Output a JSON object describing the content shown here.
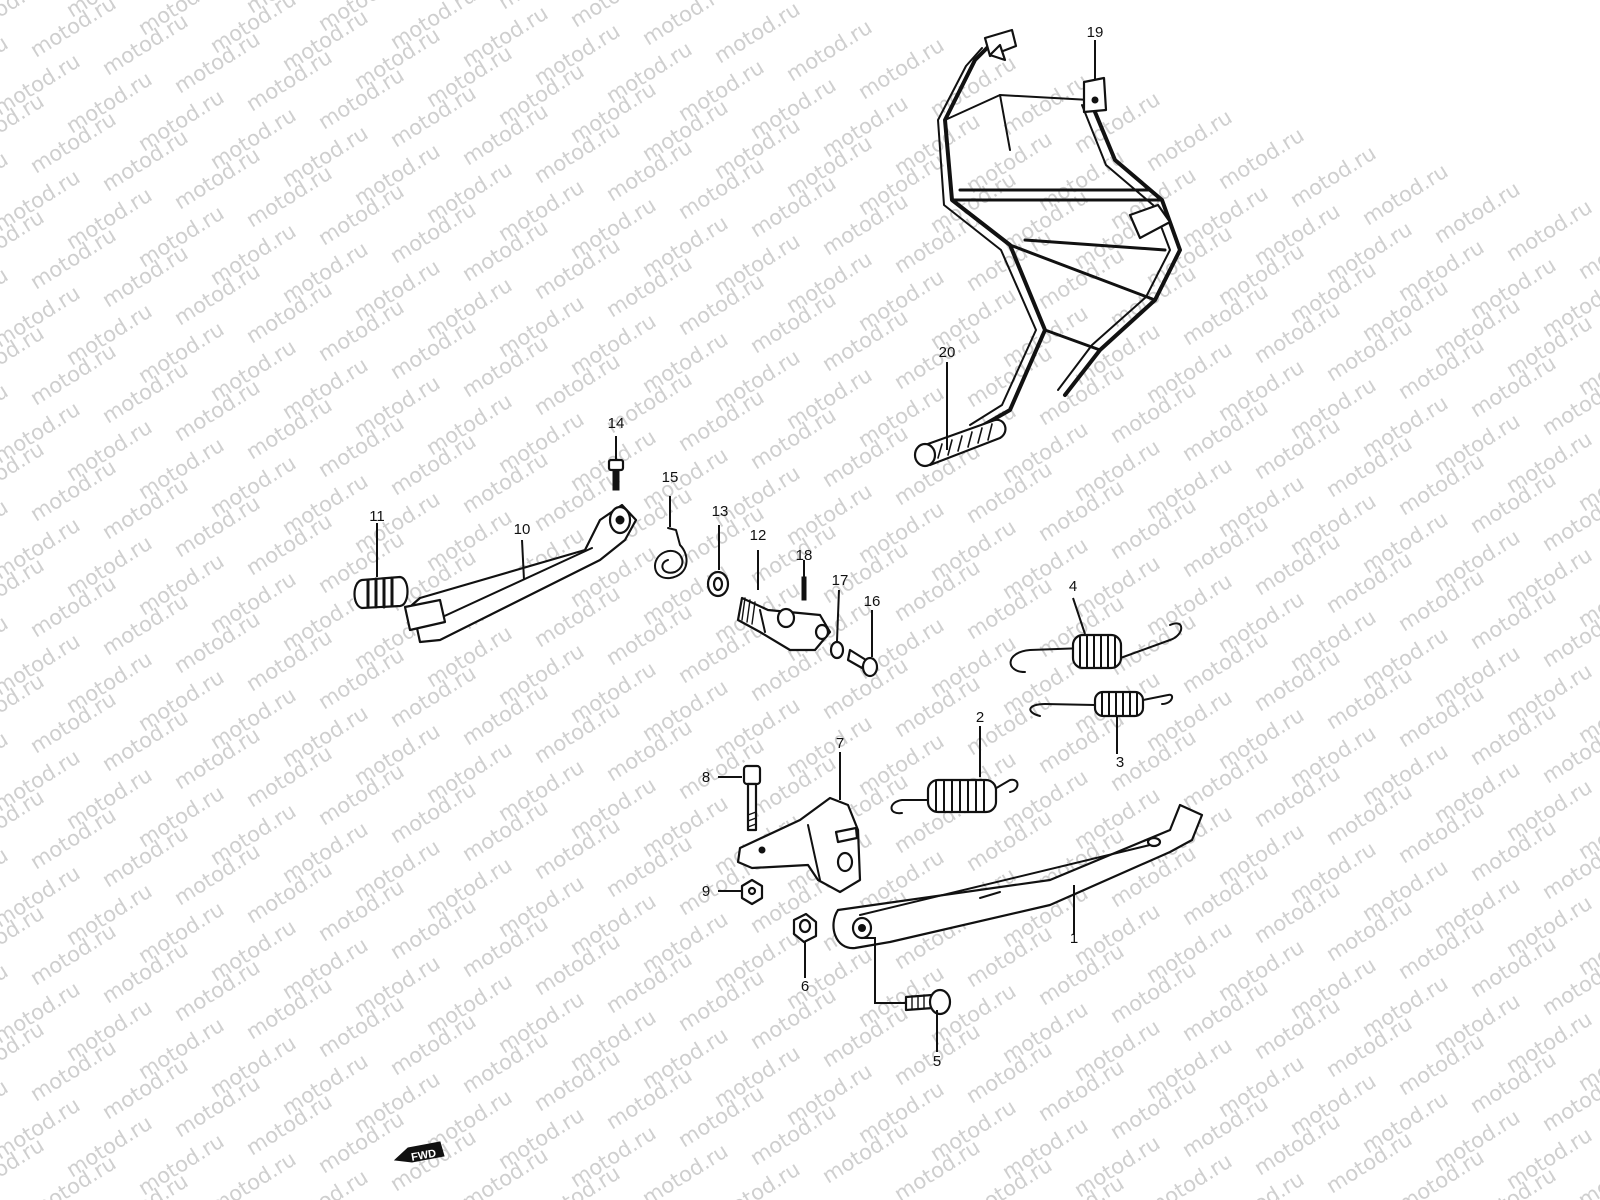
{
  "watermark": {
    "text": "motod.ru"
  },
  "callouts": [
    "1",
    "2",
    "3",
    "4",
    "5",
    "6",
    "7",
    "8",
    "9",
    "10",
    "11",
    "12",
    "13",
    "14",
    "15",
    "16",
    "17",
    "18",
    "19",
    "20"
  ],
  "direction_marker": {
    "text": "FWD"
  }
}
